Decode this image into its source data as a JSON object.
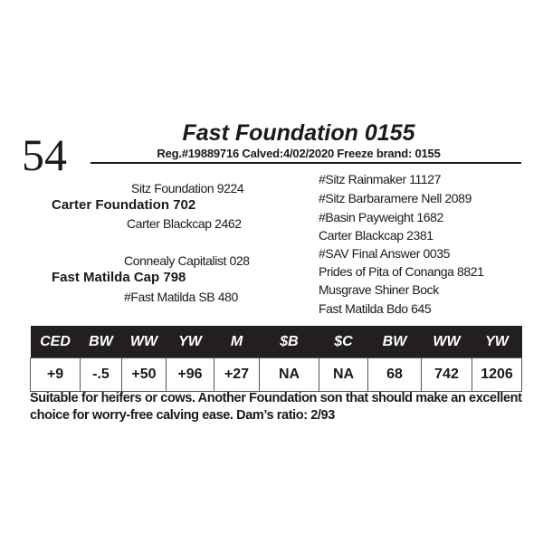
{
  "lot_number": "54",
  "title": "Fast Foundation 0155",
  "reg_line": "Reg.#19889716  Calved:4/02/2020  Freeze brand: 0155",
  "pedigree": {
    "sire": "Carter Foundation 702",
    "sire_sire": "Sitz Foundation 9224",
    "sire_dam": "Carter Blackcap 2462",
    "dam": "Fast Matilda Cap 798",
    "dam_sire": "Connealy Capitalist 028",
    "dam_dam": "#Fast Matilda SB 480",
    "great_grandparents": [
      "#Sitz Rainmaker 11127",
      "#Sitz Barbaramere Nell 2089",
      "#Basin Payweight 1682",
      "Carter Blackcap 2381",
      "#SAV Final Answer 0035",
      "Prides of Pita of Conanga 8821",
      "Musgrave Shiner Bock",
      "Fast Matilda Bdo 645"
    ]
  },
  "epd_table": {
    "headers": [
      "CED",
      "BW",
      "WW",
      "YW",
      "M",
      "$B",
      "$C",
      "BW",
      "WW",
      "YW"
    ],
    "values": [
      "+9",
      "-.5",
      "+50",
      "+96",
      "+27",
      "NA",
      "NA",
      "68",
      "742",
      "1206"
    ]
  },
  "note": "Suitable for heifers or cows. Another Foundation son that should make an excellent choice for worry-free calving ease. Dam’s ratio: 2/93"
}
